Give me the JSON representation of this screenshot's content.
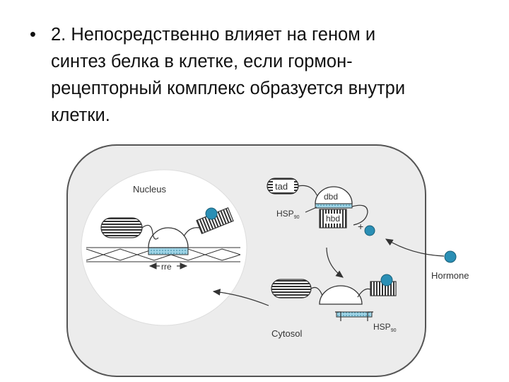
{
  "slide": {
    "bullet": "•",
    "lines": [
      "2. Непосредственно влияет на геном и",
      "синтез белка в клетке, если гормон-",
      "рецепторный комплекс образуется внутри",
      "клетки."
    ]
  },
  "diagram": {
    "nucleus_label": "Nucleus",
    "rre_label": "rre",
    "tad_label": "tad",
    "dbd_label": "dbd",
    "hsp_label": "HSP",
    "hsp_sub": "90",
    "hbd_label": "hbd",
    "plus_label": "+",
    "hormone_label": "Hormone",
    "cytosol_label": "Cytosol"
  },
  "colors": {
    "hormone": "#2a8fb5",
    "hsp_fill": "#9fd4e6",
    "outline": "#333333"
  }
}
